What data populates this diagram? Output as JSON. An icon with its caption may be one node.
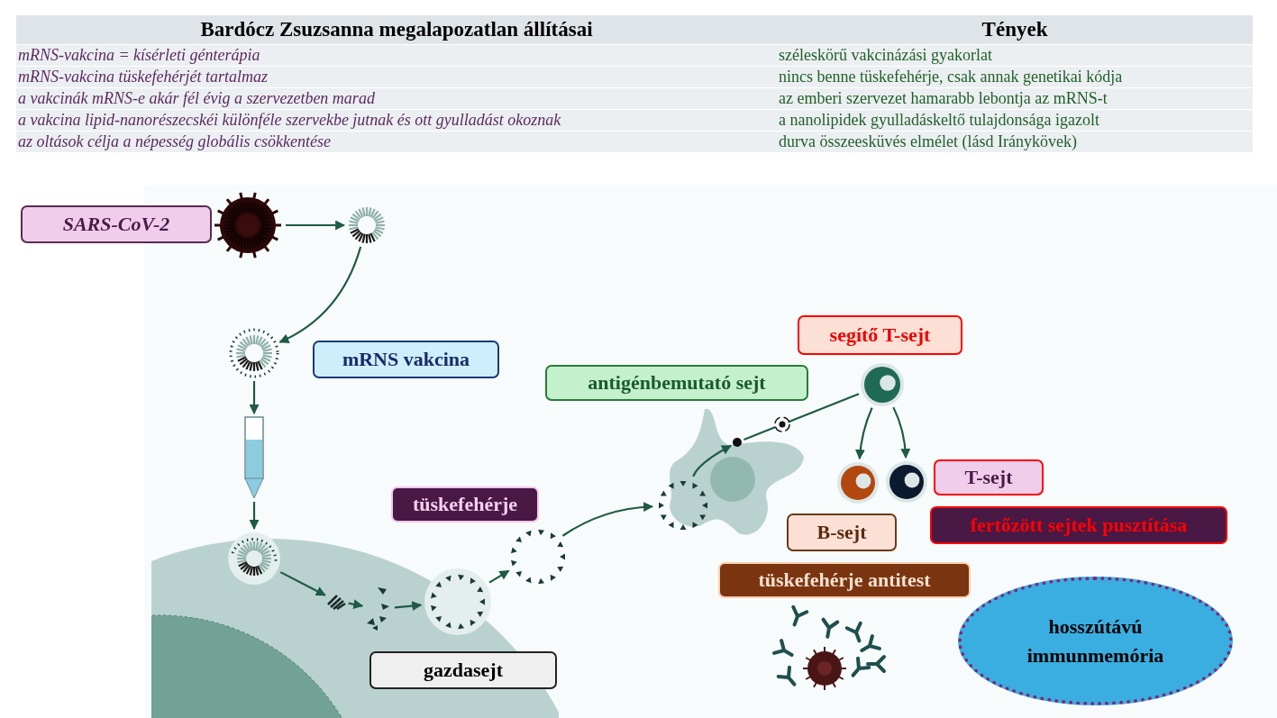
{
  "diagram": {
    "nodes": [
      {
        "text": [
          "SARS-CoV-2"
        ]
      },
      {
        "text": [],
        "shape": "picture"
      },
      {
        "text": [],
        "shape": "picture"
      },
      {
        "text": [
          "mRNS vakcina"
        ]
      },
      {
        "text": [],
        "shape": "picture"
      },
      {
        "text": [],
        "shape": "picture"
      },
      {
        "text": [],
        "shape": "picture"
      },
      {
        "text": [],
        "shape": "picture",
        "in": 6
      },
      {
        "text": [],
        "shape": "picture",
        "in": 6
      },
      {
        "text": [],
        "shape": "picture",
        "in": 6
      },
      {
        "text": [],
        "shape": "picture",
        "in": 6
      },
      {
        "text": [
          "tüskefehérje"
        ]
      },
      {
        "text": [],
        "shape": "picture"
      },
      {
        "text": [
          "gazdasejt"
        ],
        "in": 6
      },
      {
        "text": [
          "antigénbemutató sejt"
        ]
      },
      {
        "text": [],
        "shape": "picture"
      },
      {
        "text": [],
        "shape": "picture",
        "in": 15
      },
      {
        "text": [],
        "shape": "circle",
        "in": 15
      },
      {
        "text": [
          "segítő T-sejt"
        ]
      },
      {
        "text": [],
        "shape": "picture"
      },
      {
        "text": [],
        "shape": "picture"
      },
      {
        "text": [],
        "shape": "picture"
      },
      {
        "text": [
          "T-sejt"
        ]
      },
      {
        "text": [
          "fertőzött sejtek pusztítása"
        ]
      },
      {
        "text": [
          "B-sejt"
        ]
      },
      {
        "text": [
          "tüskefehérje antitest"
        ]
      },
      {
        "text": [],
        "shape": "picture"
      },
      {
        "text": [
          "hosszútávú immunmemória"
        ]
      }
    ],
    "edges": [
      {
        "from": 1,
        "to": 2,
        "arrow": "to"
      },
      {
        "from": 2,
        "to": 4,
        "arrow": "to"
      },
      {
        "from": 4,
        "to": 5,
        "arrow": "to"
      },
      {
        "from": 5,
        "to": 7,
        "arrow": "to"
      },
      {
        "from": 7,
        "to": 8,
        "arrow": "to"
      },
      {
        "from": 8,
        "to": 9,
        "arrow": "to"
      },
      {
        "from": 9,
        "to": 10,
        "arrow": "to"
      },
      {
        "from": 10,
        "to": 12,
        "arrow": "to"
      },
      {
        "from": 12,
        "to": 16,
        "arrow": "to"
      },
      {
        "from": 16,
        "to": 17,
        "arrow": "to"
      },
      {
        "from": 17,
        "to": 19,
        "arrow": "none"
      },
      {
        "from": 19,
        "to": 20,
        "arrow": "to"
      },
      {
        "from": 19,
        "to": 21,
        "arrow": "to"
      }
    ],
    "labels": [
      "Bardócz Zsuzsanna megalapozatlan állításai",
      "Tények",
      "mRNS-vakcina = kísérleti génterápia",
      "széleskörű vakcinázási gyakorlat",
      "mRNS-vakcina tüskefehérjét tartalmaz",
      "nincs benne tüskefehérje, csak annak genetikai kódja",
      "a vakcinák mRNS-e akár fél évig a szervezetben marad",
      "az emberi szervezet hamarabb lebontja az mRNS-t",
      "a vakcina  lipid-nanorészecskéi különféle szervekbe jutnak és ott gyulladást okoznak",
      "a nanolipidek gyulladáskeltő tulajdonsága igazolt",
      "az oltások célja a népesség globális csökkentése",
      "durva összeesküvés elmélet (lásd Iránykövek)"
    ]
  }
}
